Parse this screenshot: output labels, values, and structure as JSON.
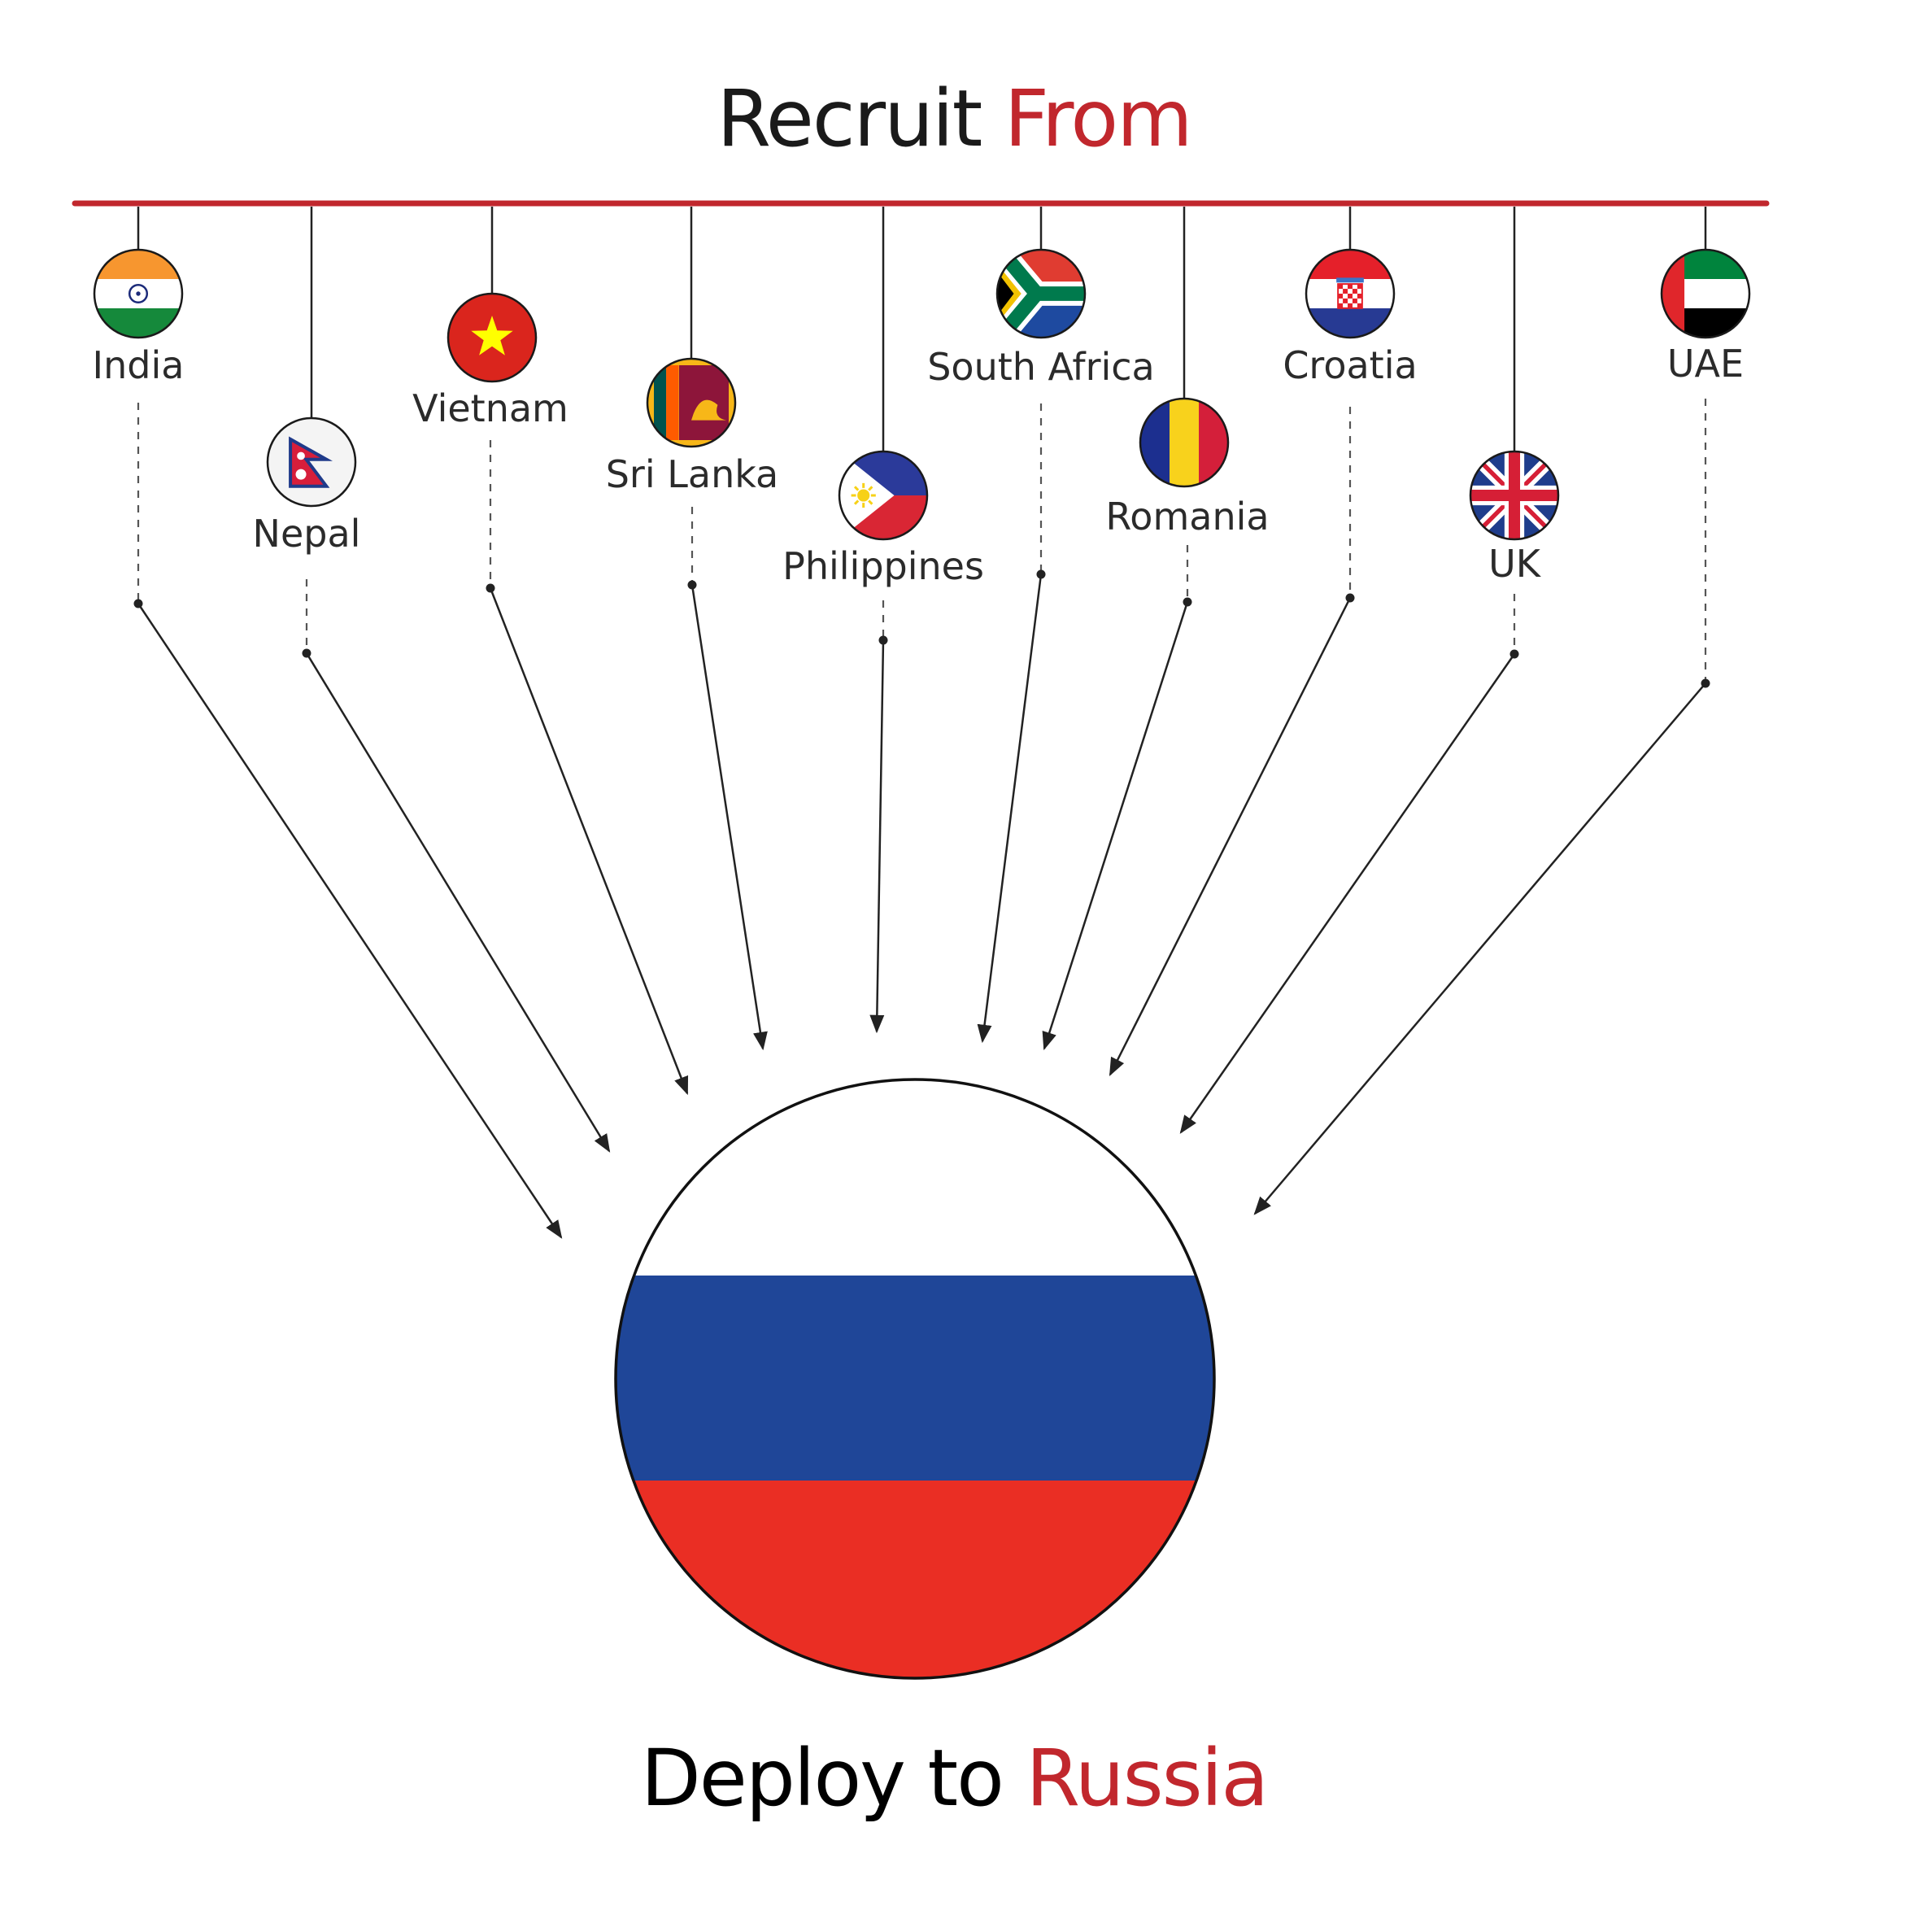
{
  "header": {
    "title_prefix": "Recruit",
    "title_accent": "From"
  },
  "footer": {
    "title_prefix": "Deploy to",
    "title_accent": "Russia"
  },
  "colors": {
    "accent": "#c1272d",
    "text": "#1a1a1a",
    "line": "#222222",
    "russia_white": "#ffffff",
    "russia_blue": "#1f4698",
    "russia_red": "#ea2e24"
  },
  "countries": [
    {
      "name": "India",
      "flag": "india-flag-icon"
    },
    {
      "name": "Nepal",
      "flag": "nepal-flag-icon"
    },
    {
      "name": "Vietnam",
      "flag": "vietnam-flag-icon"
    },
    {
      "name": "Sri Lanka",
      "flag": "sri-lanka-flag-icon"
    },
    {
      "name": "Philippines",
      "flag": "philippines-flag-icon"
    },
    {
      "name": "South Africa",
      "flag": "south-africa-flag-icon"
    },
    {
      "name": "Romania",
      "flag": "romania-flag-icon"
    },
    {
      "name": "Croatia",
      "flag": "croatia-flag-icon"
    },
    {
      "name": "UK",
      "flag": "uk-flag-icon"
    },
    {
      "name": "UAE",
      "flag": "uae-flag-icon"
    }
  ],
  "destination": {
    "flag": "russia-flag-icon"
  }
}
